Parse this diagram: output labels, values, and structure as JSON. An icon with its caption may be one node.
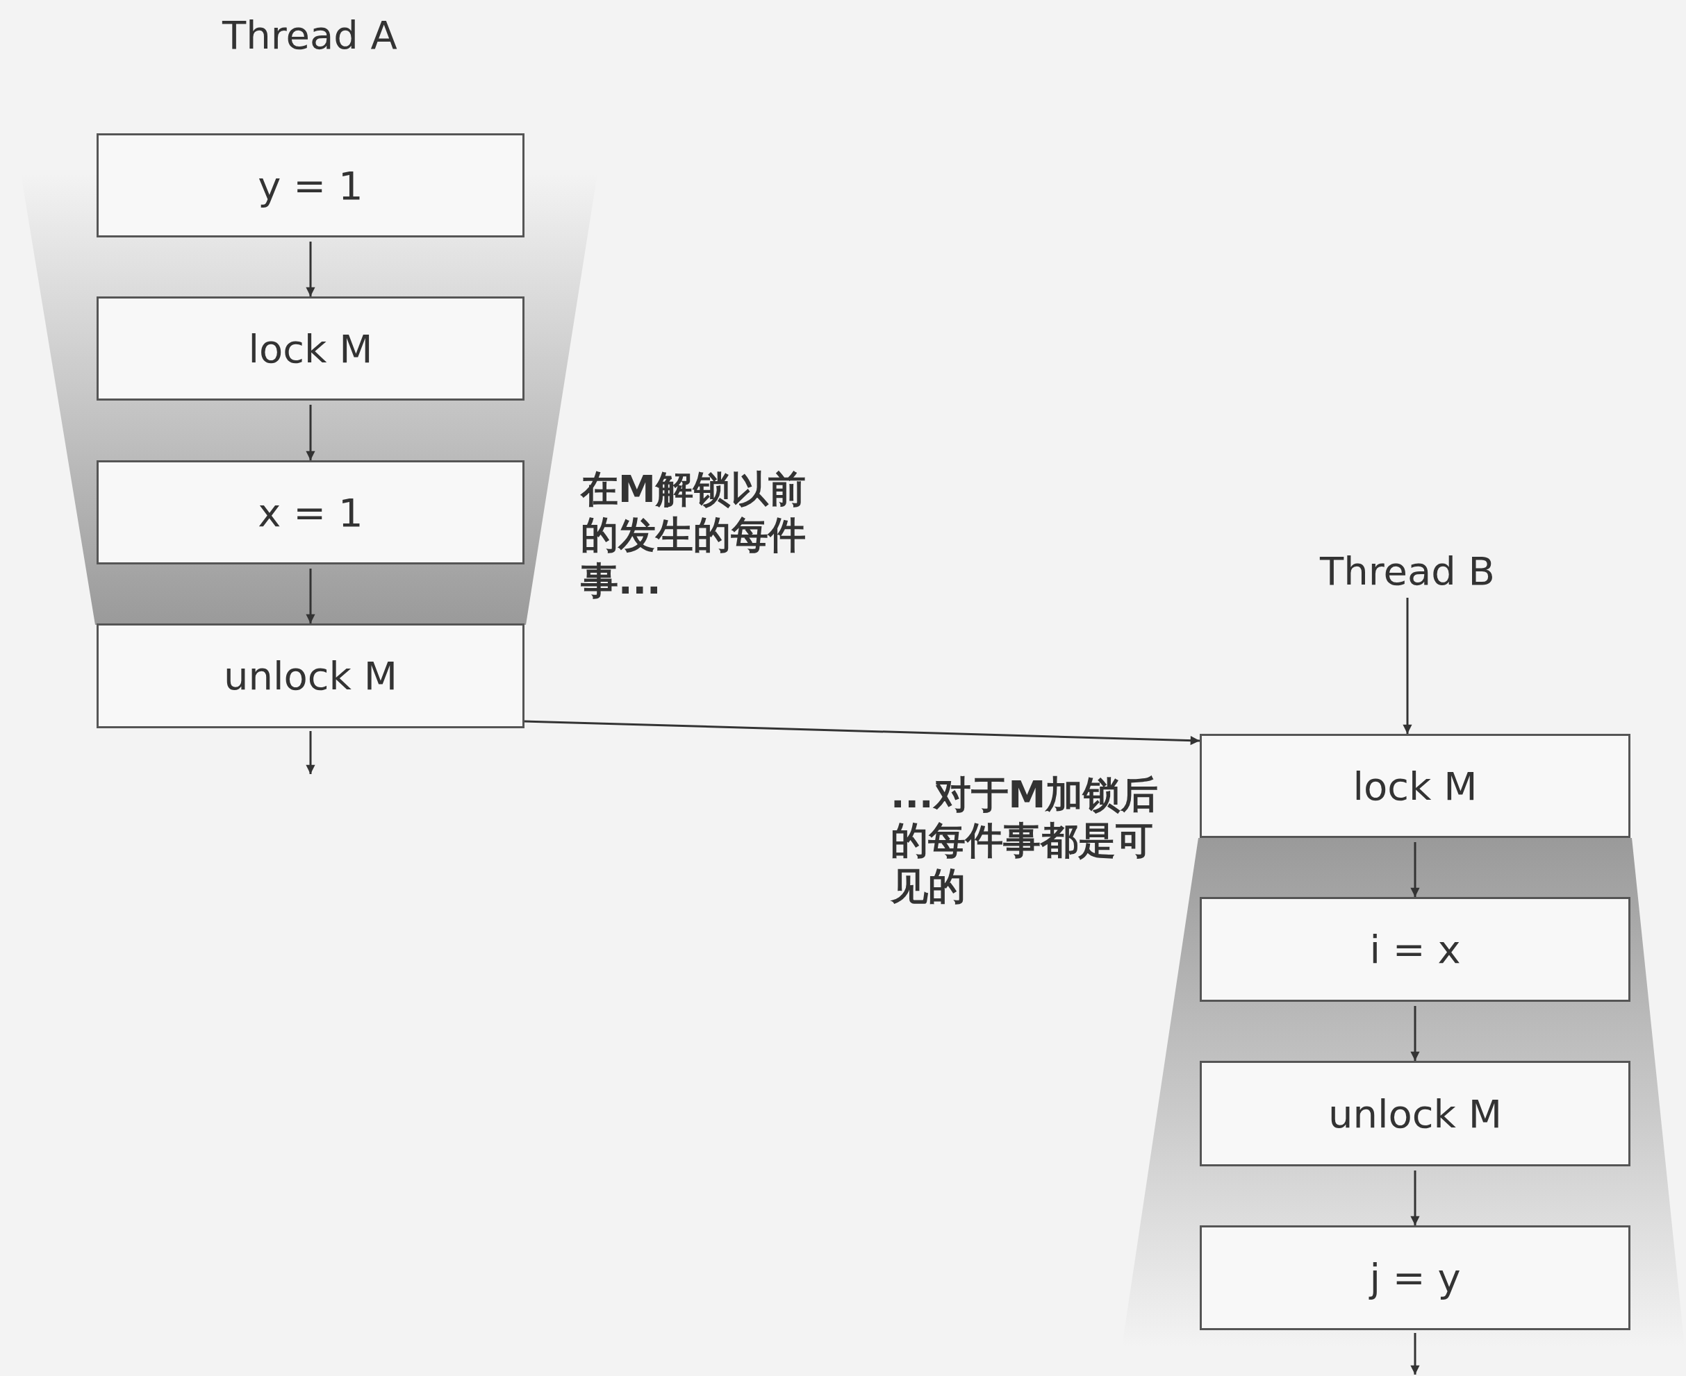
{
  "diagram": {
    "nodes": [
      {
        "text": [
          "y = 1"
        ]
      },
      {
        "text": [
          "lock M"
        ]
      },
      {
        "text": [
          "x = 1"
        ]
      },
      {
        "text": [
          "unlock M"
        ]
      },
      {
        "text": [
          "Thread B"
        ]
      },
      {
        "text": [
          "lock M"
        ]
      },
      {
        "text": [
          "i = x"
        ]
      },
      {
        "text": [
          "unlock M"
        ]
      },
      {
        "text": [
          "j = y"
        ]
      }
    ],
    "edges": [
      {
        "from": 0,
        "to": 1,
        "arrow": "to"
      },
      {
        "from": 1,
        "to": 2,
        "arrow": "to"
      },
      {
        "from": 2,
        "to": 3,
        "arrow": "to"
      },
      {
        "from": 3,
        "to": null,
        "arrow": "to"
      },
      {
        "from": 3,
        "to": 5,
        "arrow": "to"
      },
      {
        "from": 4,
        "to": 5,
        "arrow": "to"
      },
      {
        "from": 5,
        "to": 6,
        "arrow": "to"
      },
      {
        "from": 6,
        "to": 7,
        "arrow": "to"
      },
      {
        "from": 7,
        "to": 8,
        "arrow": "to"
      },
      {
        "from": 8,
        "to": null,
        "arrow": "to"
      }
    ],
    "labels": [
      "Thread A",
      "在M解锁以前的发生的每件事...",
      "...对于M加锁后的每件事都是可见的"
    ]
  }
}
